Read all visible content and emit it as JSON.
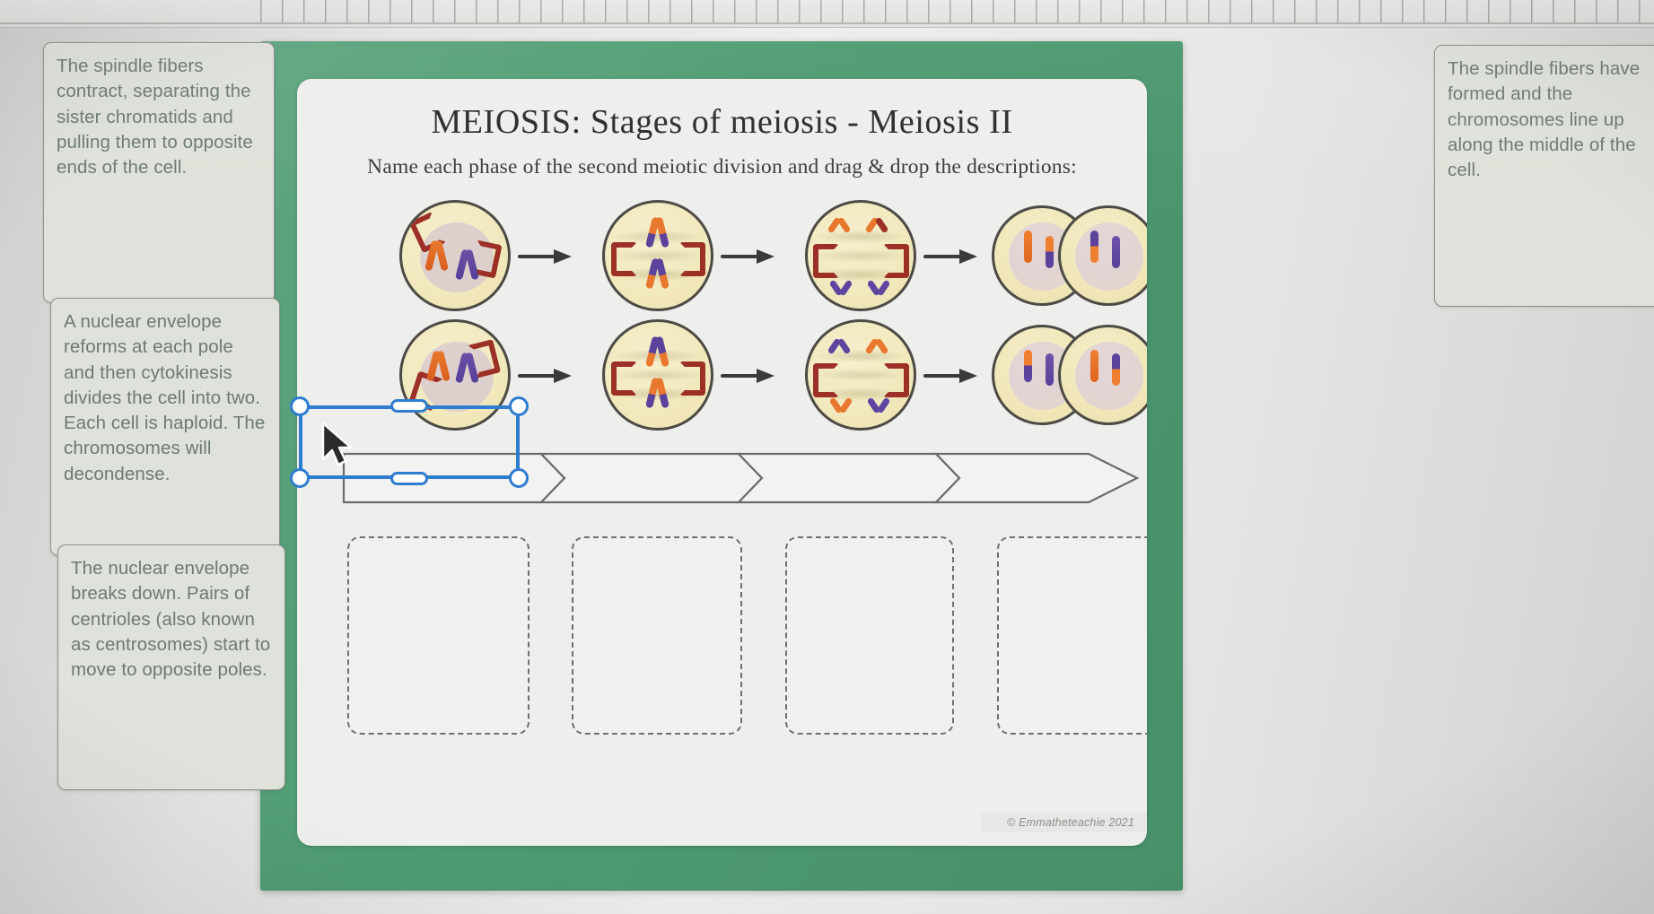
{
  "app": {
    "canvas_background": "#d6d6d4",
    "worksheet_accent": "#4d9b71",
    "selection_accent": "#2f7dd1",
    "sheet_background": "#eeeeec"
  },
  "ruler": {
    "name": "horizontal-ruler"
  },
  "worksheet": {
    "title": "MEIOSIS: Stages of meiosis - Meiosis II",
    "subtitle": "Name each phase of the second meiotic division and drag & drop the descriptions:",
    "copyright": "© Emmatheteachie 2021"
  },
  "description_cards": [
    {
      "id": "card-spindle-contract",
      "text": "The spindle fibers contract, separating the sister chromatids and pulling them to opposite ends of the cell."
    },
    {
      "id": "card-nuclear-reform",
      "text": "A nuclear envelope reforms at each pole and then cytokinesis divides the cell into two. Each cell is haploid. The chromosomes will decondense."
    },
    {
      "id": "card-nuclear-breakdown",
      "text": "The nuclear envelope breaks down. Pairs of centrioles (also known as centrosomes) start to move to opposite poles."
    },
    {
      "id": "card-spindle-formed",
      "text": "The spindle fibers have formed and the chromosomes line up along the middle of the cell."
    }
  ],
  "diagram": {
    "rows": [
      {
        "row_id": "meiosis-ii-row-1",
        "cells": [
          "prophase-ii-cell",
          "metaphase-ii-cell",
          "anaphase-ii-cell",
          "telophase-ii-cell"
        ]
      },
      {
        "row_id": "meiosis-ii-row-2",
        "cells": [
          "prophase-ii-cell",
          "metaphase-ii-cell",
          "anaphase-ii-cell",
          "telophase-ii-cell"
        ]
      }
    ],
    "arrow_count_per_row": 3
  },
  "answer_strip": {
    "segment_count": 4,
    "segments": [
      "",
      "",
      "",
      ""
    ]
  },
  "drop_zones": [
    {
      "id": "drop-zone-1",
      "text": ""
    },
    {
      "id": "drop-zone-2",
      "text": ""
    },
    {
      "id": "drop-zone-3",
      "text": ""
    },
    {
      "id": "drop-zone-4",
      "text": ""
    }
  ],
  "selection": {
    "name": "selected-text-box",
    "handles": [
      "top-left",
      "top-middle",
      "top-right",
      "bottom-left",
      "bottom-middle",
      "bottom-right"
    ]
  }
}
